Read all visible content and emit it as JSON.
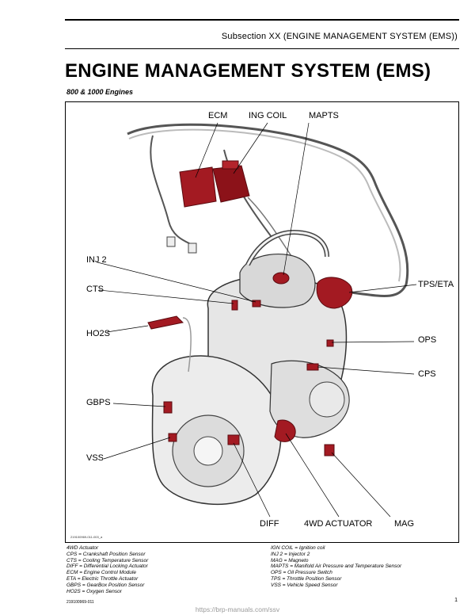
{
  "header": {
    "subsection": "Subsection XX (ENGINE MANAGEMENT SYSTEM (EMS))"
  },
  "page_title": "ENGINE MANAGEMENT SYSTEM (EMS)",
  "page_subtitle": "800 & 1000 Engines",
  "figure": {
    "id": "219100969-011-003_a",
    "callouts": {
      "ecm": "ECM",
      "ing_coil": "ING COIL",
      "mapts": "MAPTS",
      "inj2": "INJ 2",
      "cts": "CTS",
      "ho2s": "HO2S",
      "gbps": "GBPS",
      "vss": "VSS",
      "tps_eta": "TPS/ETA",
      "ops": "OPS",
      "cps": "CPS",
      "diff": "DIFF",
      "actuator_4wd": "4WD ACTUATOR",
      "mag": "MAG"
    },
    "highlight_color": "#a31a22"
  },
  "legend": {
    "left": [
      "4WD Actuator",
      "CPS = Crankshaft Position Sensor",
      "CTS = Cooling Temperature Sensor",
      "DIFF = Differential Locking Actuator",
      "ECM = Engine Control Module",
      "ETA = Electric Throttle Actuator",
      "GBPS = GearBox Position Sensor",
      "HO2S = Oxygen Sensor"
    ],
    "right": [
      "IGN COIL = Ignition coil",
      "INJ 2 = Injector 2",
      "MAG = Magneto",
      "MAPTS = Manifold Air Pressure and Temperature Sensor",
      "OPS = Oil Pressure Switch",
      "TPS = Throttle Position Sensor",
      "VSS = Vehicle Speed Sensor"
    ]
  },
  "footer": {
    "doc_id": "219100969-011",
    "page_number": "1",
    "watermark": "https://brp-manuals.com/ssv"
  }
}
